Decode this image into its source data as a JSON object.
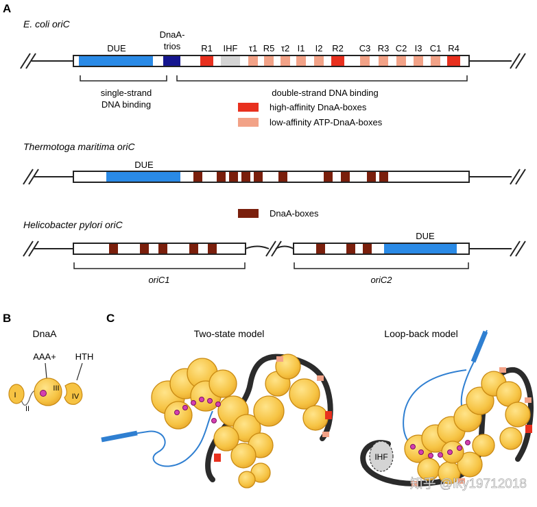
{
  "panel_a": {
    "label": "A",
    "ecoli_title": "E. coli oriC",
    "due": "DUE",
    "dnaa_trios_l1": "DnaA-",
    "dnaa_trios_l2": "trios",
    "boxes": [
      {
        "label": "R1",
        "kind": "high"
      },
      {
        "label": "IHF",
        "kind": "ihf"
      },
      {
        "label": "τ1",
        "kind": "low"
      },
      {
        "label": "R5",
        "kind": "low"
      },
      {
        "label": "τ2",
        "kind": "low"
      },
      {
        "label": "I1",
        "kind": "low"
      },
      {
        "label": "I2",
        "kind": "low"
      },
      {
        "label": "R2",
        "kind": "high"
      },
      {
        "label": "C3",
        "kind": "low"
      },
      {
        "label": "R3",
        "kind": "low"
      },
      {
        "label": "C2",
        "kind": "low"
      },
      {
        "label": "I3",
        "kind": "low"
      },
      {
        "label": "C1",
        "kind": "low"
      },
      {
        "label": "R4",
        "kind": "high"
      }
    ],
    "ss_binding_l1": "single-strand",
    "ss_binding_l2": "DNA binding",
    "ds_binding": "double-strand DNA binding",
    "legend_high": "high-affinity DnaA-boxes",
    "legend_low": "low-affinity ATP-DnaA-boxes",
    "tm_title": "Thermotoga maritima oriC",
    "tm_due": "DUE",
    "legend_dnaa": "DnaA-boxes",
    "hp_title": "Helicobacter pylori oriC",
    "hp_due": "DUE",
    "oric1": "oriC1",
    "oric2": "oriC2"
  },
  "panel_b": {
    "label": "B",
    "title": "DnaA",
    "aaa": "AAA+",
    "hth": "HTH",
    "d1": "I",
    "d2": "II",
    "d3": "III",
    "d4": "IV"
  },
  "panel_c": {
    "label": "C",
    "two_state": "Two-state model",
    "loop_back": "Loop-back model",
    "ihf": "IHF"
  },
  "watermark": "知乎 @lky19712018",
  "colors": {
    "due_blue": "#2a8ae6",
    "trios_navy": "#15168f",
    "high_red": "#e8301e",
    "low_salmon": "#f2a287",
    "ihf_grey": "#d4d4d4",
    "dnaa_brown": "#7a1f0c",
    "protein_yellow": "#f6c343",
    "protein_outline": "#c98a13",
    "atp_magenta": "#d43fb0"
  }
}
